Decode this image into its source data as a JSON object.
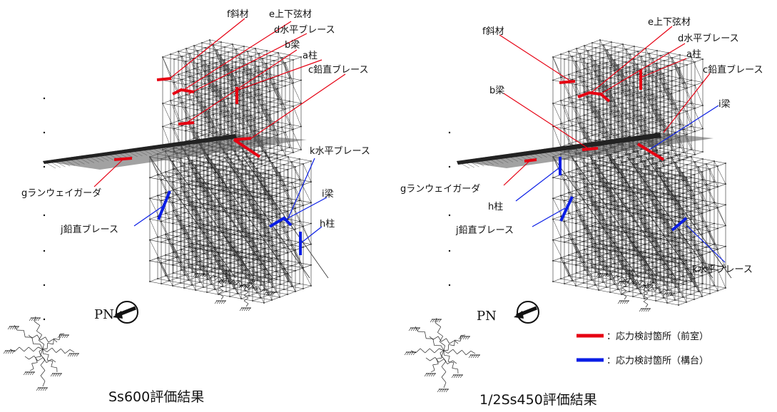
{
  "panels": [
    {
      "id": "left",
      "caption": "Ss600評価結果",
      "north_label": "PN",
      "labels": {
        "f_diagonal": "f斜材",
        "e_chord": "e上下弦材",
        "d_hbrace": "d水平ブレース",
        "b_beam": "b梁",
        "a_column": "a柱",
        "c_vbrace": "c鉛直ブレース",
        "k_hbrace": "k水平ブレース",
        "g_girder": "gランウェイガーダ",
        "i_beam": "i梁",
        "h_column": "h柱",
        "j_vbrace": "j鉛直ブレース"
      }
    },
    {
      "id": "right",
      "caption": "1/2Ss450評価結果",
      "north_label": "PN",
      "labels": {
        "e_chord": "e上下弦材",
        "f_diagonal": "f斜材",
        "d_hbrace": "d水平ブレース",
        "a_column": "a柱",
        "c_vbrace": "c鉛直ブレース",
        "b_beam": "b梁",
        "i_beam": "i梁",
        "g_girder": "gランウェイガーダ",
        "h_column": "h柱",
        "j_vbrace": "j鉛直ブレース",
        "k_hbrace": "k水平ブレース"
      }
    }
  ],
  "legend": {
    "red_label": "：応力検討箇所（前室）",
    "blue_label": "：応力検討箇所（構台）"
  },
  "colors": {
    "red": "#e60012",
    "blue": "#0a1ee6",
    "lines": "#222222"
  }
}
